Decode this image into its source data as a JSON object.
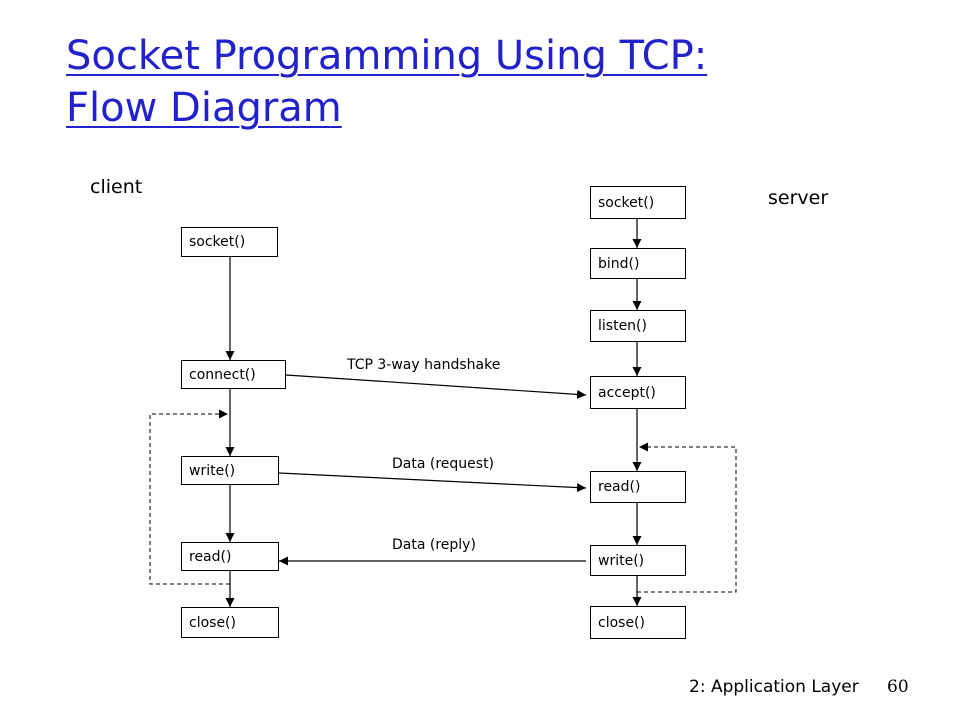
{
  "title": {
    "line1": "Socket Programming Using TCP:",
    "line2": "Flow Diagram"
  },
  "client": {
    "label": "client",
    "steps": [
      "socket()",
      "connect()",
      "write()",
      "read()",
      "close()"
    ]
  },
  "server": {
    "label": "server",
    "steps": [
      "socket()",
      "bind()",
      "listen()",
      "accept()",
      "read()",
      "write()",
      "close()"
    ]
  },
  "messages": {
    "handshake": "TCP 3-way handshake",
    "request": "Data (request)",
    "reply": "Data (reply)"
  },
  "footer": {
    "section": "2: Application Layer",
    "page": "60"
  }
}
